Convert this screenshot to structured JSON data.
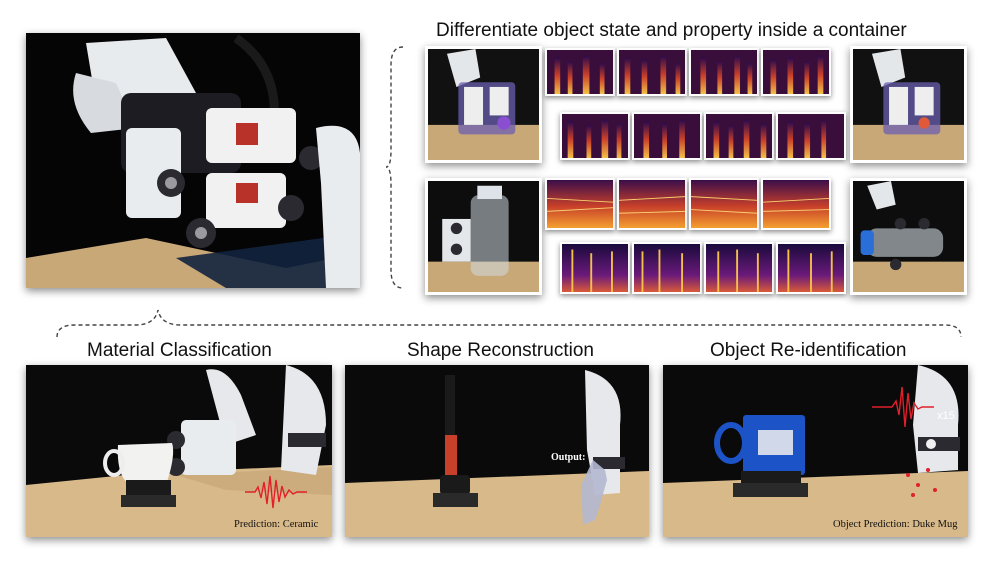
{
  "top_title": "Differentiate object state and property inside a container",
  "tasks": [
    {
      "title": "Material Classification",
      "caption": "Prediction: Ceramic"
    },
    {
      "title": "Shape Reconstruction",
      "output_label": "Output:"
    },
    {
      "title": "Object Re-identification",
      "caption": "Object Prediction: Duke Mug",
      "multiplier": "x15"
    }
  ],
  "colors": {
    "waveform": "#e0202a",
    "spectrogram_low": "#1a0a3c",
    "spectrogram_high": "#f4c04a",
    "photo_background": "#0a0a0a",
    "table_wood": "#d8b98a"
  }
}
